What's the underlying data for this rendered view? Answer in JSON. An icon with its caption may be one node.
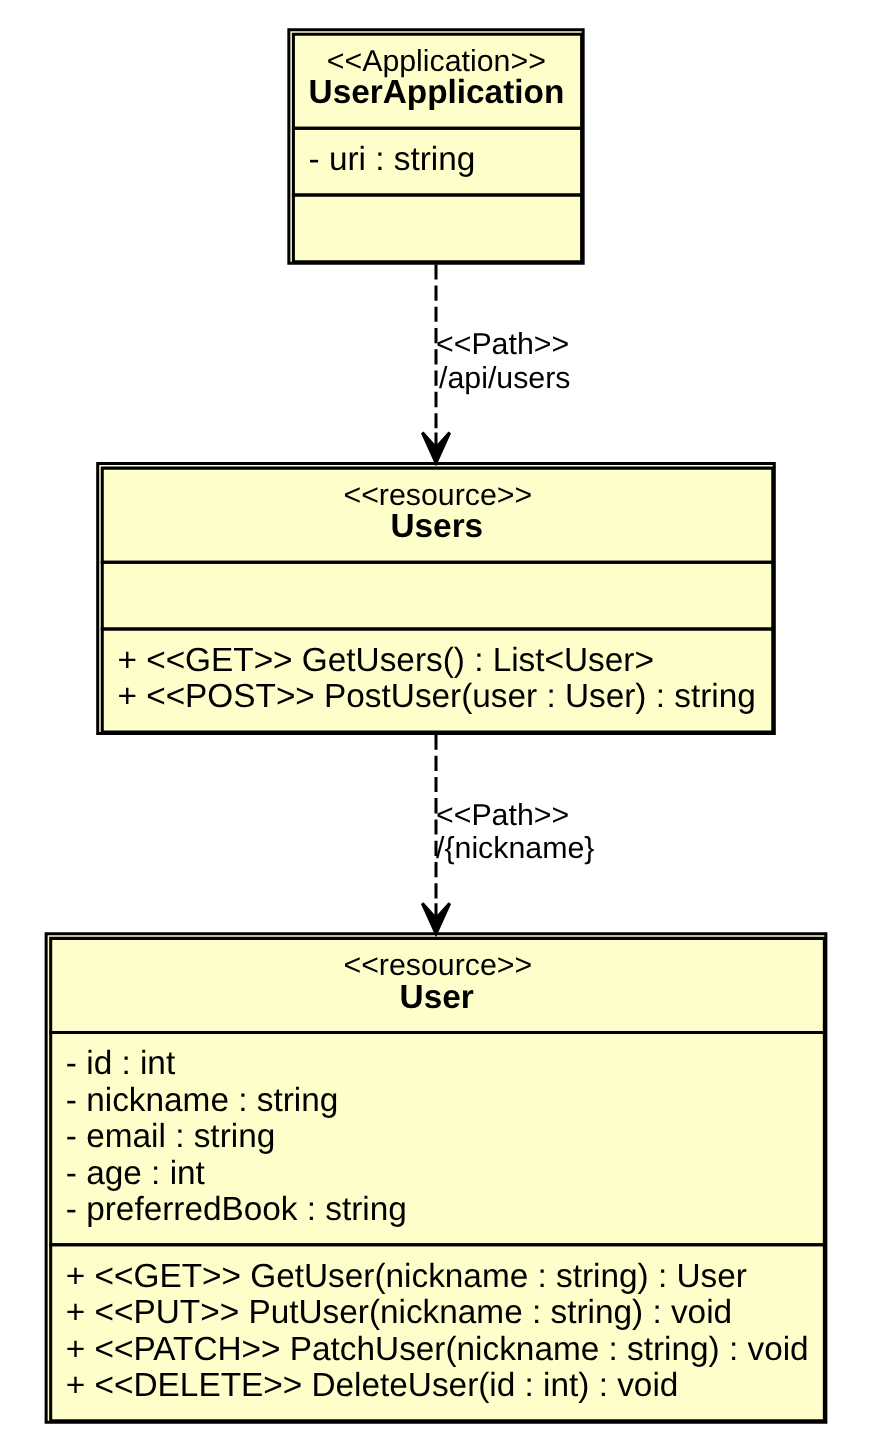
{
  "diagram": {
    "nodes": [
      {
        "text": [
          "<<Application>>",
          "UserApplication",
          "- uri : string"
        ]
      },
      {
        "text": [
          "<<resource>>",
          "Users",
          "+ <<GET>> GetUsers() : List<User>",
          "+ <<POST>> PostUser(user : User) : string"
        ]
      },
      {
        "text": [
          "<<resource>>",
          "User",
          "- id : int",
          "- nickname : string",
          "- email : string",
          "- age : int",
          "- preferredBook : string",
          "+ <<GET>> GetUser(nickname : string) : User",
          "+ <<PUT>> PutUser(nickname : string) : void",
          "+ <<PATCH>> PatchUser(nickname : string) : void",
          "+ <<DELETE>> DeleteUser(id : int) : void"
        ]
      }
    ],
    "edges": [
      {
        "from": 0,
        "to": 1,
        "arrow": "to",
        "style": "dashed",
        "label": "<<Path>> /api/users"
      },
      {
        "from": 1,
        "to": 2,
        "arrow": "to",
        "style": "dashed",
        "label": "<<Path>> /{nickname}"
      }
    ]
  }
}
